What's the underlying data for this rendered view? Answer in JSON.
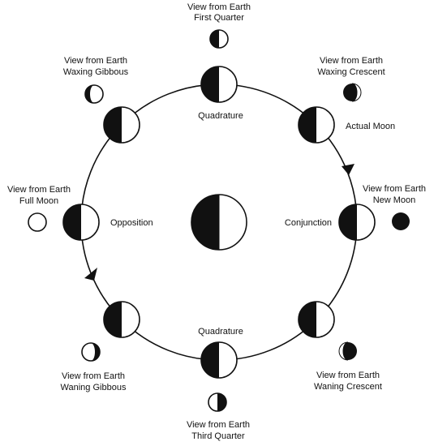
{
  "center_label": "",
  "orbit_labels": {
    "top": "Quadrature",
    "bottom": "Quadrature",
    "left": "Opposition",
    "right": "Conjunction",
    "actual_moon": "Actual Moon"
  },
  "views": [
    {
      "key": "first_quarter",
      "line1": "View from Earth",
      "line2": "First Quarter"
    },
    {
      "key": "waxing_crescent",
      "line1": "View from Earth",
      "line2": "Waxing Crescent"
    },
    {
      "key": "new_moon",
      "line1": "View from Earth",
      "line2": "New Moon"
    },
    {
      "key": "waning_crescent",
      "line1": "View from Earth",
      "line2": "Waning Crescent"
    },
    {
      "key": "third_quarter",
      "line1": "View from Earth",
      "line2": "Third Quarter"
    },
    {
      "key": "waning_gibbous",
      "line1": "View from Earth",
      "line2": "Waning Gibbous"
    },
    {
      "key": "full_moon",
      "line1": "View from Earth",
      "line2": "Full Moon"
    },
    {
      "key": "waxing_gibbous",
      "line1": "View from Earth",
      "line2": "Waxing Gibbous"
    }
  ],
  "colors": {
    "dark": "#111111",
    "lit": "#ffffff"
  }
}
